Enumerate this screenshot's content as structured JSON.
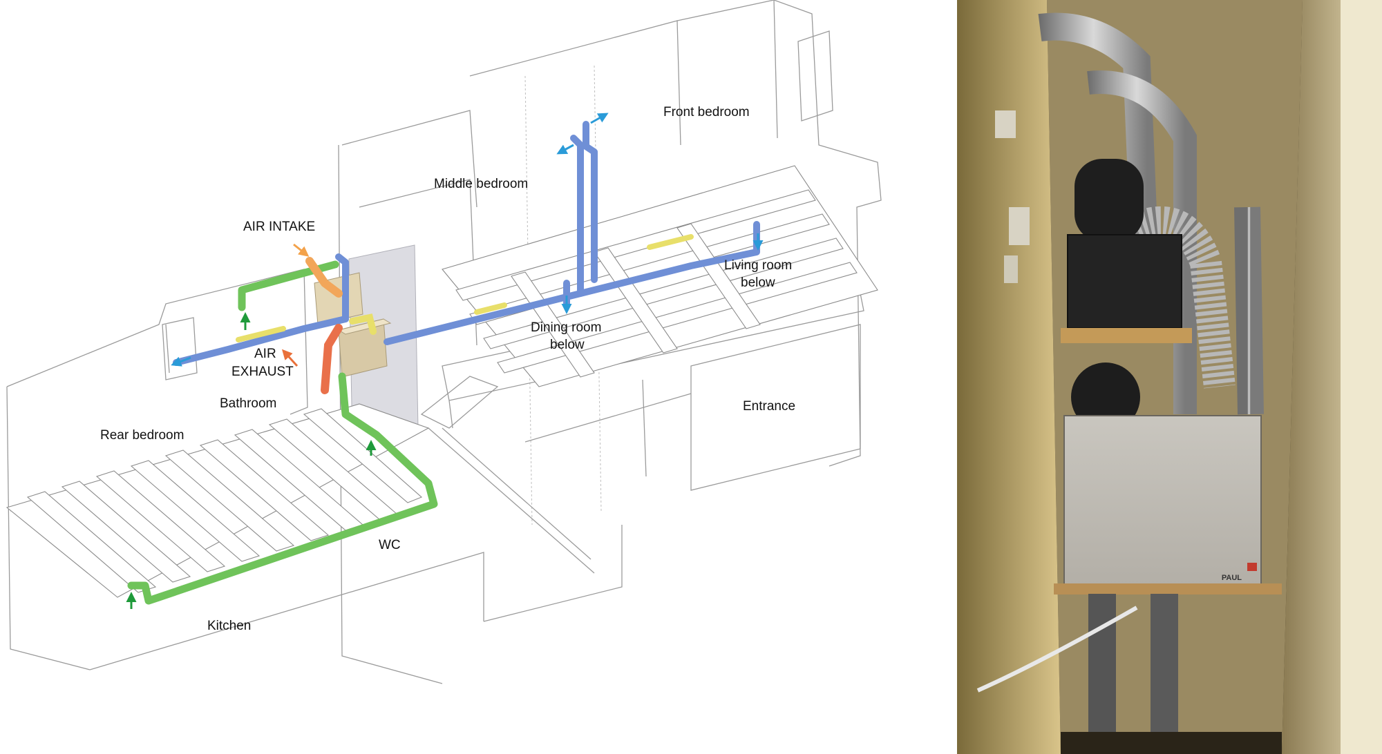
{
  "diagram": {
    "labels": {
      "front_bedroom": "Front bedroom",
      "middle_bedroom": "Middle bedroom",
      "air_intake": "AIR INTAKE",
      "living_room_line1": "Living room",
      "living_room_line2": "below",
      "dining_room_line1": "Dining room",
      "dining_room_line2": "below",
      "air_exhaust_line1": "AIR",
      "air_exhaust_line2": "EXHAUST",
      "bathroom": "Bathroom",
      "entrance": "Entrance",
      "rear_bedroom": "Rear bedroom",
      "wc": "WC",
      "kitchen": "Kitchen"
    },
    "colors": {
      "supply_duct": "#6f8fd6",
      "extract_duct": "#6fc35a",
      "intake_duct": "#f2a65a",
      "exhaust_duct": "#e9704a",
      "insulated_section": "#e8df6a",
      "supply_arrow": "#2a9bd8",
      "extract_arrow": "#1e9a3a",
      "intake_arrow": "#f3a24a",
      "exhaust_arrow": "#e9703a",
      "mvhr_unit": "#d8c9a6"
    }
  },
  "photo": {
    "unit_brand": "PAUL"
  }
}
